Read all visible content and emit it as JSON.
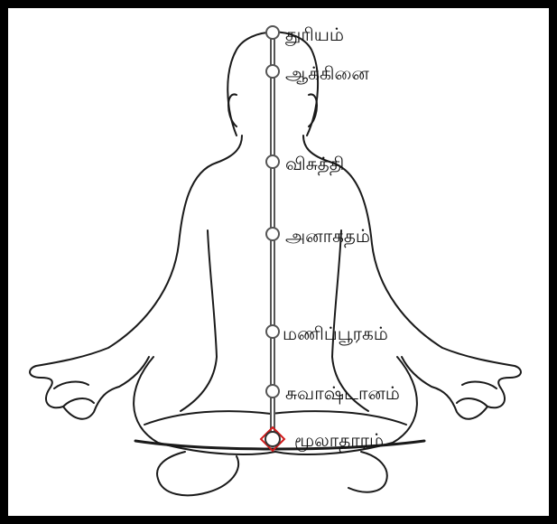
{
  "diagram": {
    "chakras": [
      {
        "id": "thuriyam",
        "label": "துரியம்"
      },
      {
        "id": "akkinai",
        "label": "ஆக்கினை"
      },
      {
        "id": "visuththi",
        "label": "விசுத்தி"
      },
      {
        "id": "anakatham",
        "label": "அனாகதம்"
      },
      {
        "id": "manippuragam",
        "label": "மணிப்பூரகம்"
      },
      {
        "id": "suvadhishtanam",
        "label": "சுவாஷ்டானம்"
      },
      {
        "id": "muladharam",
        "label": "மூலாதாரம்"
      }
    ],
    "colors": {
      "frame": "#000000",
      "outline": "#1a1a1a",
      "spine": "#555555",
      "node_fill": "#ffffff",
      "root_marker": "#d11a1a"
    },
    "icons": {
      "figure": "seated-meditation-figure",
      "node": "circle-node",
      "root": "diamond-marker"
    }
  }
}
